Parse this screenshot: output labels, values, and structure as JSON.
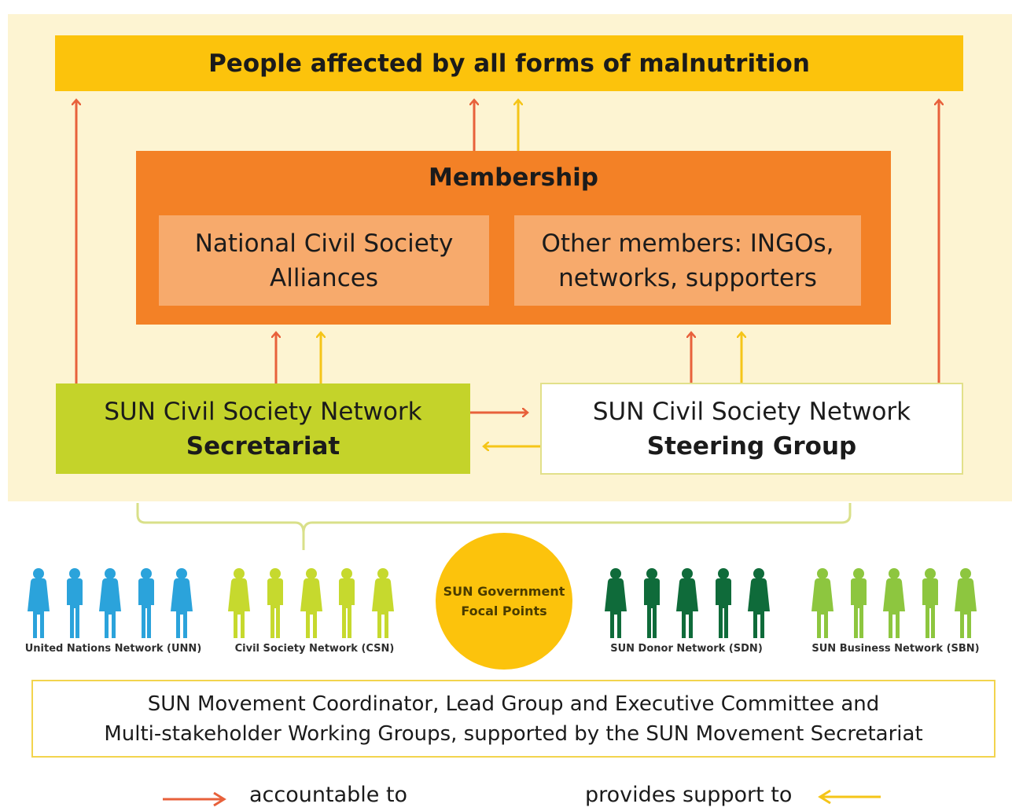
{
  "banner": {
    "text": "People affected by all forms of malnutrition"
  },
  "membership": {
    "title": "Membership",
    "national": {
      "line1": "National Civil Society",
      "line2": "Alliances"
    },
    "other": {
      "line1": "Other members: INGOs,",
      "line2": "networks, supporters"
    }
  },
  "secretariat": {
    "line1": "SUN Civil Society Network",
    "line2": "Secretariat"
  },
  "steering": {
    "line1": "SUN Civil Society Network",
    "line2": "Steering Group"
  },
  "networks": [
    {
      "label": "United Nations Network (UNN)",
      "color": "#2ba3db",
      "icon": "person-icon"
    },
    {
      "label": "Civil Society Network (CSN)",
      "color": "#c6d92e",
      "icon": "person-icon"
    },
    {
      "label": "SUN Donor Network (SDN)",
      "color": "#0f6b3a",
      "icon": "person-icon"
    },
    {
      "label": "SUN Business Network (SBN)",
      "color": "#8dc63f",
      "icon": "person-icon"
    }
  ],
  "focal_points": {
    "line1": "SUN Government",
    "line2": "Focal Points"
  },
  "coordinator": {
    "line1": "SUN Movement Coordinator, Lead Group and Executive Committee and",
    "line2": "Multi-stakeholder Working Groups, supported by the SUN Movement Secretariat"
  },
  "legend": {
    "accountable": {
      "label": "accountable to",
      "color": "#e8613b",
      "icon": "arrow-right-icon"
    },
    "support": {
      "label": "provides support to",
      "color": "#f5c518",
      "icon": "arrow-left-icon"
    }
  },
  "colors": {
    "banner": "#fcc30c",
    "membership": "#f38126",
    "membership_inner": "#f7aa6c",
    "secretariat": "#c4d32a",
    "background_panel": "#fdf4d2"
  }
}
